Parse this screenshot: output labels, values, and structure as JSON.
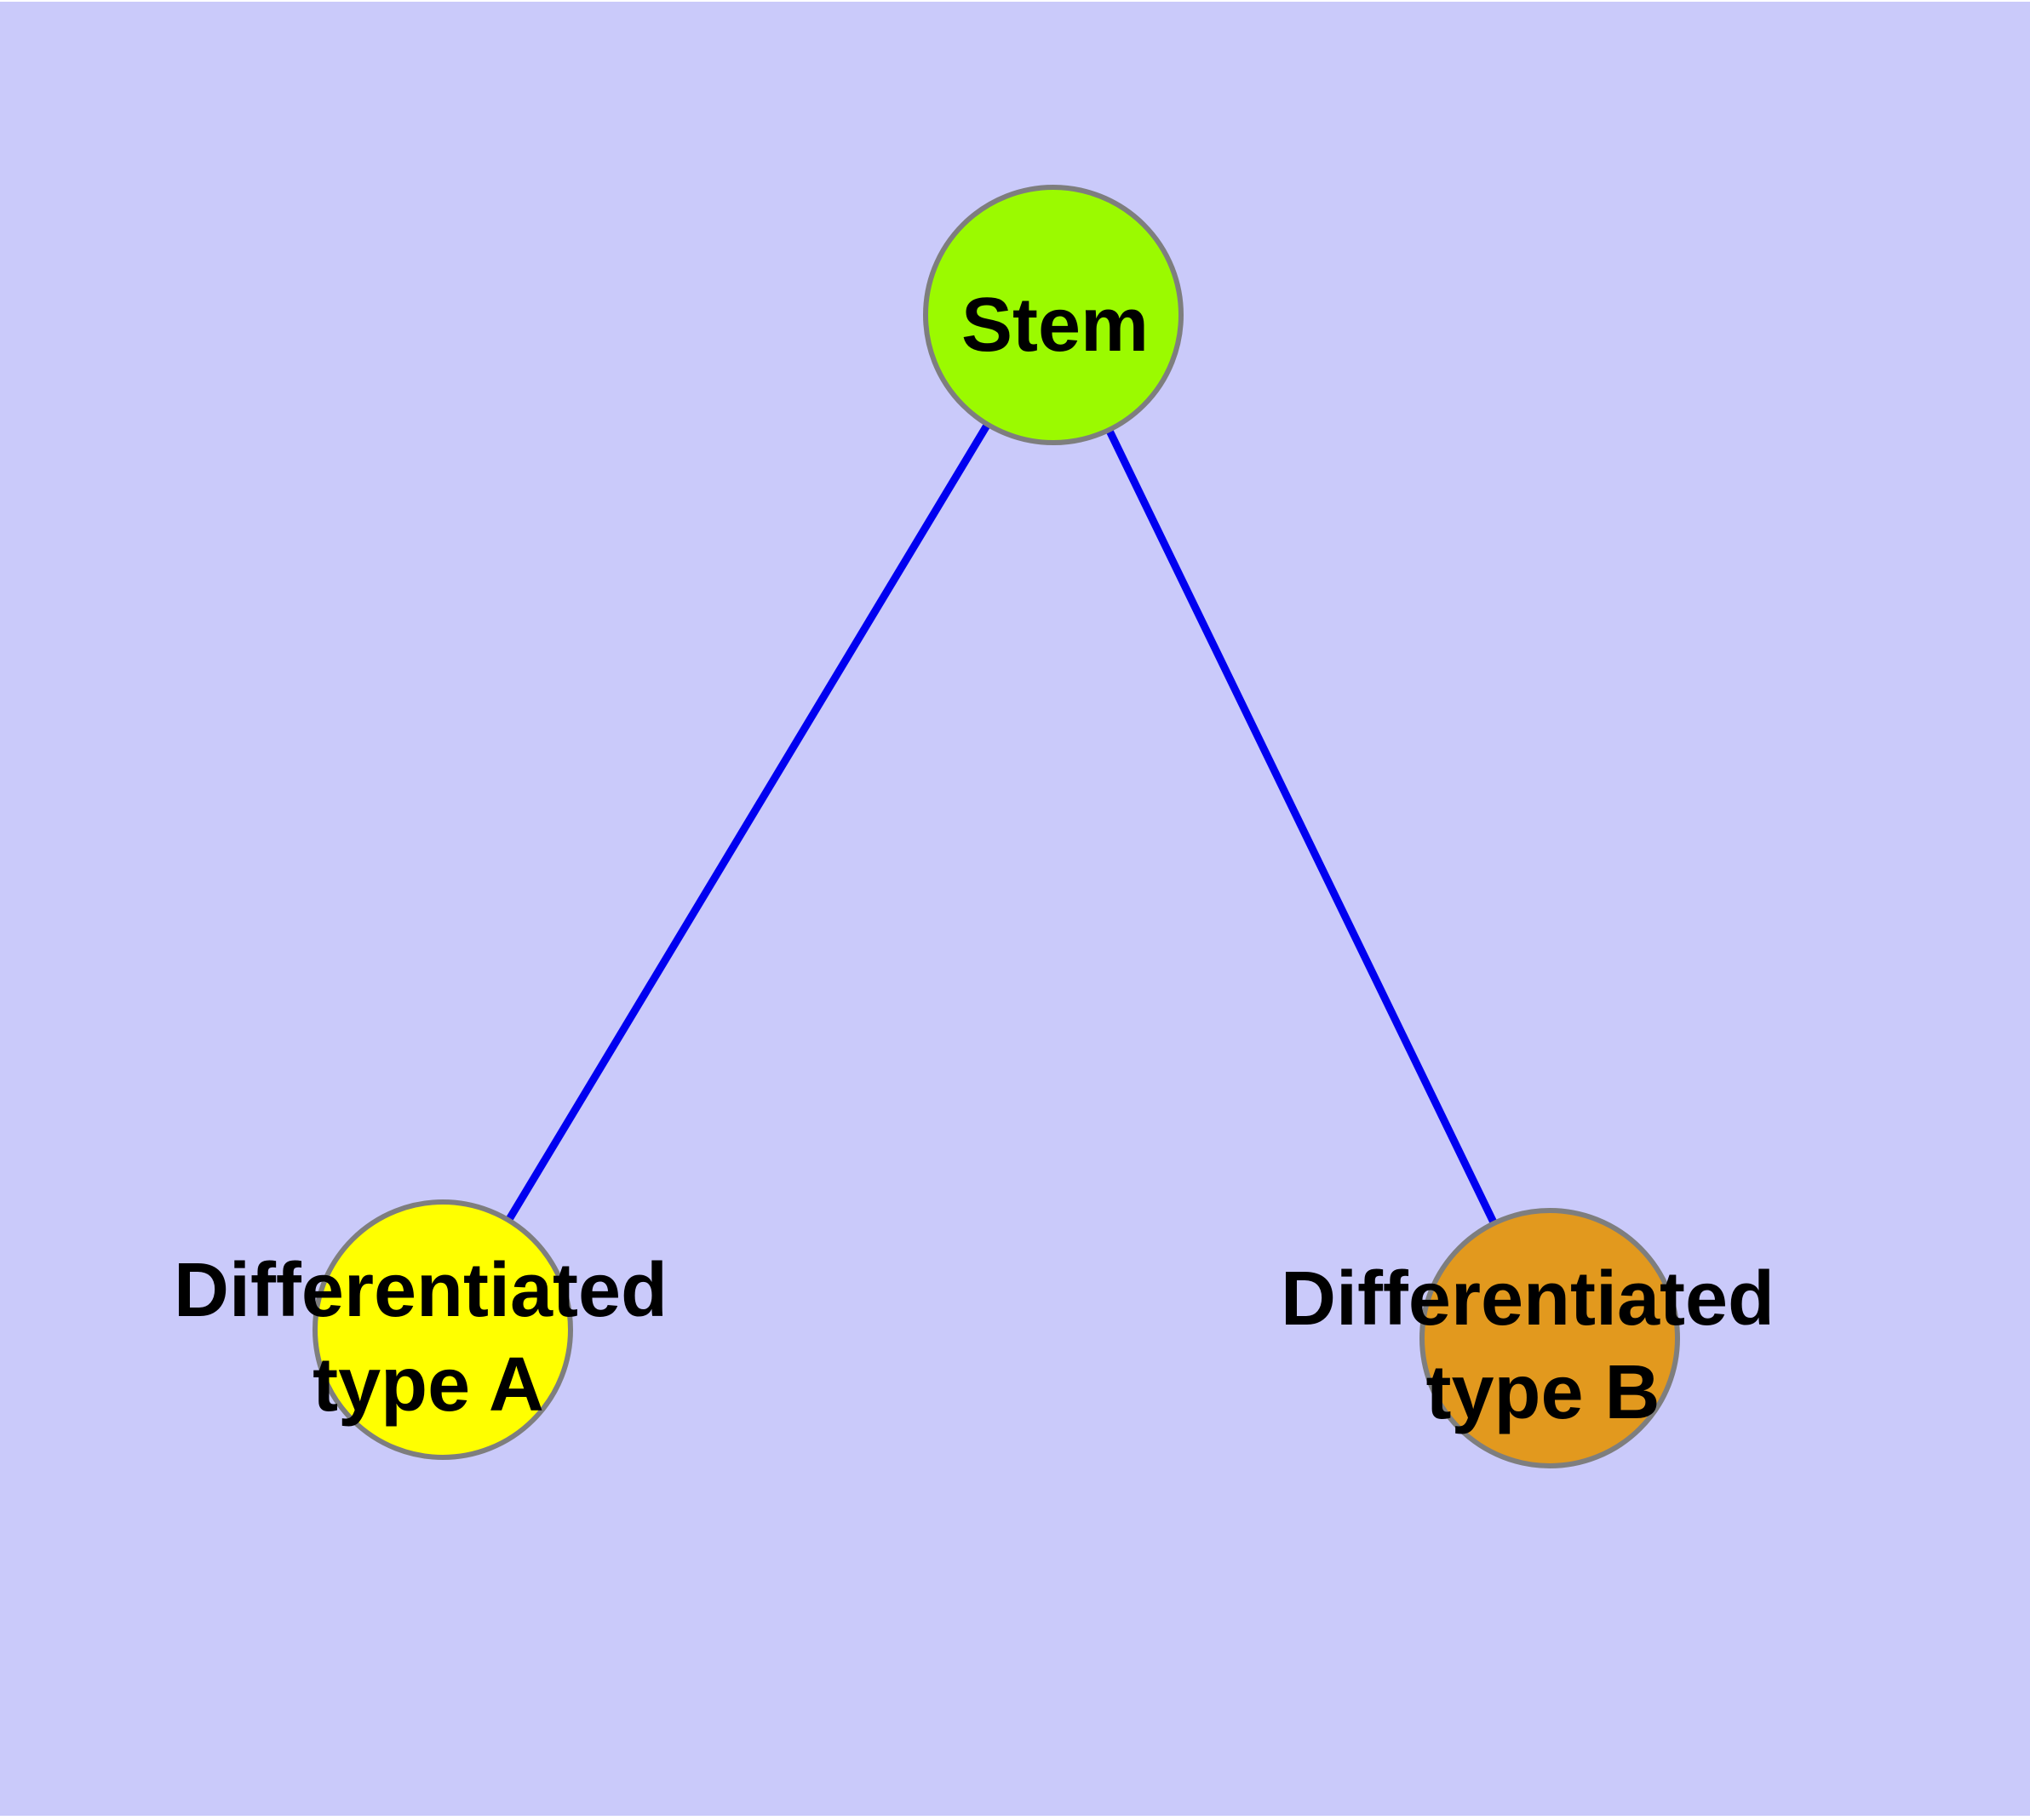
{
  "canvas": {
    "background": "#CACAFA",
    "page_background": "#FFFFFF",
    "text_color": "#000000"
  },
  "nodes": {
    "stem": {
      "label": "Stem",
      "fill": "#9BFA00",
      "border": "#7E7E7E"
    },
    "type_a": {
      "label_line1": "Differentiated",
      "label_line2": "type A",
      "fill": "#FFFF00",
      "border": "#7E7E7E"
    },
    "type_b": {
      "label_line1": "Differentiated",
      "label_line2": "type B",
      "fill": "#E2991E",
      "border": "#7E7E7E"
    }
  },
  "edges": {
    "color": "#0000F0",
    "list": [
      {
        "from": "Stem",
        "to": "Differentiated type A"
      },
      {
        "from": "Stem",
        "to": "Differentiated type B"
      }
    ]
  }
}
